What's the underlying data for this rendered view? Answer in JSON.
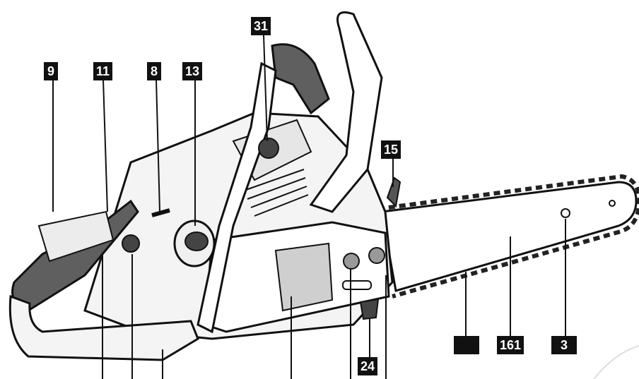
{
  "diagram": {
    "callouts": [
      {
        "id": "c9",
        "label": "9"
      },
      {
        "id": "c11",
        "label": "11"
      },
      {
        "id": "c8",
        "label": "8"
      },
      {
        "id": "c13",
        "label": "13"
      },
      {
        "id": "c31",
        "label": "31"
      },
      {
        "id": "c15",
        "label": "15"
      },
      {
        "id": "c24",
        "label": "24"
      },
      {
        "id": "cA",
        "label": ""
      },
      {
        "id": "c161",
        "label": "161"
      },
      {
        "id": "c3",
        "label": "3"
      }
    ],
    "colors": {
      "ink": "#111111",
      "grip": "#5f5f5f",
      "shade": "#cfcfcf",
      "paper": "#ffffff"
    }
  }
}
